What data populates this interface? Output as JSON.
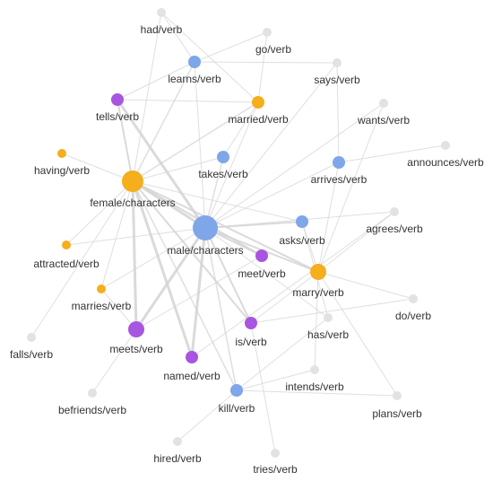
{
  "colors": {
    "blue": "#7ea6e8",
    "purple": "#a855e0",
    "orange": "#f5ae1c",
    "gray": "#e2e2e2",
    "edge": "#d4d4d4"
  },
  "nodes": [
    {
      "id": "had",
      "label": "had/verb",
      "group": "gray",
      "size": "s"
    },
    {
      "id": "go",
      "label": "go/verb",
      "group": "gray",
      "size": "s"
    },
    {
      "id": "learns",
      "label": "learns/verb",
      "group": "blue",
      "size": "m"
    },
    {
      "id": "says",
      "label": "says/verb",
      "group": "gray",
      "size": "s"
    },
    {
      "id": "tells",
      "label": "tells/verb",
      "group": "purple",
      "size": "m"
    },
    {
      "id": "married",
      "label": "married/verb",
      "group": "orange",
      "size": "m"
    },
    {
      "id": "wants",
      "label": "wants/verb",
      "group": "gray",
      "size": "s"
    },
    {
      "id": "having",
      "label": "having/verb",
      "group": "orange",
      "size": "s"
    },
    {
      "id": "takes",
      "label": "takes/verb",
      "group": "blue",
      "size": "m"
    },
    {
      "id": "announces",
      "label": "announces/verb",
      "group": "gray",
      "size": "s"
    },
    {
      "id": "arrives",
      "label": "arrives/verb",
      "group": "blue",
      "size": "m"
    },
    {
      "id": "female",
      "label": "female/characters",
      "group": "orange",
      "size": "l"
    },
    {
      "id": "agrees",
      "label": "agrees/verb",
      "group": "gray",
      "size": "s"
    },
    {
      "id": "male",
      "label": "male/characters",
      "group": "blue",
      "size": "xl"
    },
    {
      "id": "asks",
      "label": "asks/verb",
      "group": "blue",
      "size": "m"
    },
    {
      "id": "attracted",
      "label": "attracted/verb",
      "group": "orange",
      "size": "s"
    },
    {
      "id": "meet",
      "label": "meet/verb",
      "group": "purple",
      "size": "m"
    },
    {
      "id": "marry",
      "label": "marry/verb",
      "group": "orange",
      "size": "ml"
    },
    {
      "id": "marries",
      "label": "marries/verb",
      "group": "orange",
      "size": "s"
    },
    {
      "id": "do",
      "label": "do/verb",
      "group": "gray",
      "size": "s"
    },
    {
      "id": "falls",
      "label": "falls/verb",
      "group": "gray",
      "size": "s"
    },
    {
      "id": "is",
      "label": "is/verb",
      "group": "purple",
      "size": "m"
    },
    {
      "id": "has",
      "label": "has/verb",
      "group": "gray",
      "size": "s"
    },
    {
      "id": "meets",
      "label": "meets/verb",
      "group": "purple",
      "size": "ml"
    },
    {
      "id": "named",
      "label": "named/verb",
      "group": "purple",
      "size": "m"
    },
    {
      "id": "intends",
      "label": "intends/verb",
      "group": "gray",
      "size": "s"
    },
    {
      "id": "befriends",
      "label": "befriends/verb",
      "group": "gray",
      "size": "s"
    },
    {
      "id": "kill",
      "label": "kill/verb",
      "group": "blue",
      "size": "m"
    },
    {
      "id": "plans",
      "label": "plans/verb",
      "group": "gray",
      "size": "s"
    },
    {
      "id": "hired",
      "label": "hired/verb",
      "group": "gray",
      "size": "s"
    },
    {
      "id": "tries",
      "label": "tries/verb",
      "group": "gray",
      "size": "s"
    }
  ],
  "edges": [
    [
      "female",
      "male",
      3
    ],
    [
      "female",
      "meets",
      3
    ],
    [
      "female",
      "named",
      3
    ],
    [
      "female",
      "tells",
      2
    ],
    [
      "female",
      "marry",
      2
    ],
    [
      "female",
      "is",
      2
    ],
    [
      "female",
      "meet",
      2
    ],
    [
      "female",
      "kill",
      1.5
    ],
    [
      "female",
      "married",
      1.5
    ],
    [
      "female",
      "learns",
      1.5
    ],
    [
      "female",
      "having",
      1
    ],
    [
      "female",
      "attracted",
      1
    ],
    [
      "female",
      "marries",
      1
    ],
    [
      "female",
      "takes",
      1
    ],
    [
      "female",
      "asks",
      1
    ],
    [
      "female",
      "had",
      1
    ],
    [
      "female",
      "falls",
      1
    ],
    [
      "male",
      "tells",
      3
    ],
    [
      "male",
      "meets",
      3
    ],
    [
      "male",
      "named",
      3
    ],
    [
      "male",
      "is",
      2
    ],
    [
      "male",
      "marry",
      2
    ],
    [
      "male",
      "meet",
      2
    ],
    [
      "male",
      "asks",
      2
    ],
    [
      "male",
      "kill",
      1.5
    ],
    [
      "male",
      "takes",
      1.5
    ],
    [
      "male",
      "learns",
      1
    ],
    [
      "male",
      "arrives",
      1
    ],
    [
      "male",
      "married",
      1
    ],
    [
      "male",
      "agrees",
      1
    ],
    [
      "male",
      "wants",
      1
    ],
    [
      "male",
      "marries",
      1
    ],
    [
      "male",
      "attracted",
      1
    ],
    [
      "male",
      "says",
      1
    ],
    [
      "male",
      "has",
      1
    ],
    [
      "marry",
      "asks",
      1
    ],
    [
      "marry",
      "agrees",
      1
    ],
    [
      "marry",
      "arrives",
      1
    ],
    [
      "marry",
      "do",
      1
    ],
    [
      "marry",
      "plans",
      1
    ],
    [
      "marry",
      "intends",
      1
    ],
    [
      "marry",
      "wants",
      1
    ],
    [
      "marry",
      "is",
      1
    ],
    [
      "learns",
      "go",
      1
    ],
    [
      "learns",
      "says",
      1
    ],
    [
      "learns",
      "tells",
      1
    ],
    [
      "had",
      "married",
      1
    ],
    [
      "had",
      "learns",
      1
    ],
    [
      "arrives",
      "announces",
      1
    ],
    [
      "arrives",
      "says",
      1
    ],
    [
      "kill",
      "intends",
      1
    ],
    [
      "kill",
      "plans",
      1
    ],
    [
      "kill",
      "hired",
      1
    ],
    [
      "kill",
      "has",
      1
    ],
    [
      "is",
      "tries",
      1
    ],
    [
      "is",
      "do",
      1
    ],
    [
      "meets",
      "befriends",
      1
    ],
    [
      "meets",
      "marries",
      1
    ],
    [
      "meets",
      "meet",
      1
    ],
    [
      "named",
      "agrees",
      1
    ],
    [
      "takes",
      "married",
      1
    ],
    [
      "asks",
      "has",
      1
    ],
    [
      "go",
      "married",
      1
    ],
    [
      "tells",
      "married",
      1
    ]
  ]
}
